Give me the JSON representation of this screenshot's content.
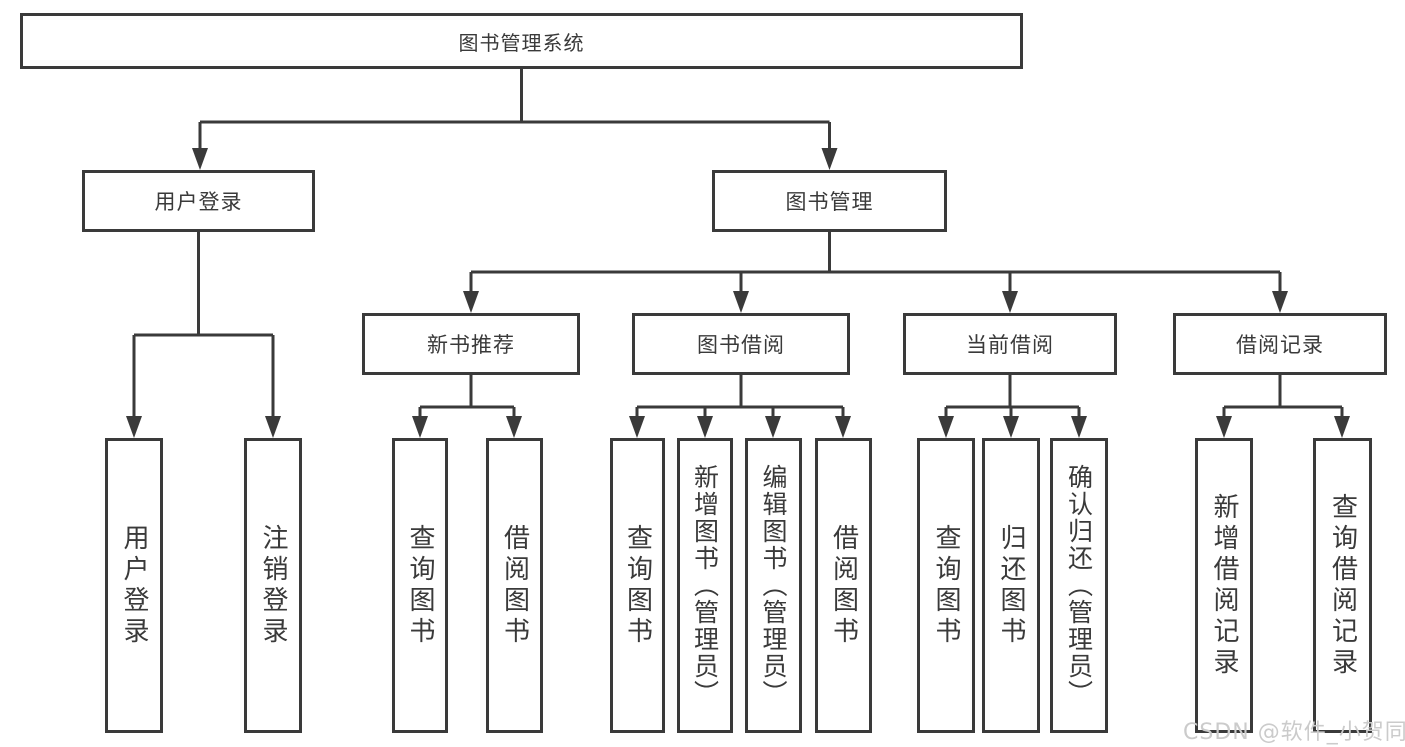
{
  "tree": {
    "label": "图书管理系统",
    "children": [
      {
        "label": "用户登录",
        "children": [
          {
            "label": "用户登录"
          },
          {
            "label": "注销登录"
          }
        ]
      },
      {
        "label": "图书管理",
        "children": [
          {
            "label": "新书推荐",
            "children": [
              {
                "label": "查询图书"
              },
              {
                "label": "借阅图书"
              }
            ]
          },
          {
            "label": "图书借阅",
            "children": [
              {
                "label": "查询图书"
              },
              {
                "label": "新增图书（管理员）"
              },
              {
                "label": "编辑图书（管理员）"
              },
              {
                "label": "借阅图书"
              }
            ]
          },
          {
            "label": "当前借阅",
            "children": [
              {
                "label": "查询图书"
              },
              {
                "label": "归还图书"
              },
              {
                "label": "确认归还（管理员）"
              }
            ]
          },
          {
            "label": "借阅记录",
            "children": [
              {
                "label": "新增借阅记录"
              },
              {
                "label": "查询借阅记录"
              }
            ]
          }
        ]
      }
    ]
  },
  "watermark": {
    "text": "CSDN @软件_小贺同学"
  },
  "colors": {
    "line": "#3a3a3a",
    "box_border": "#3a3a3a",
    "text": "#3a3a3a",
    "watermark": "#cbcbcb",
    "background": "#ffffff"
  }
}
